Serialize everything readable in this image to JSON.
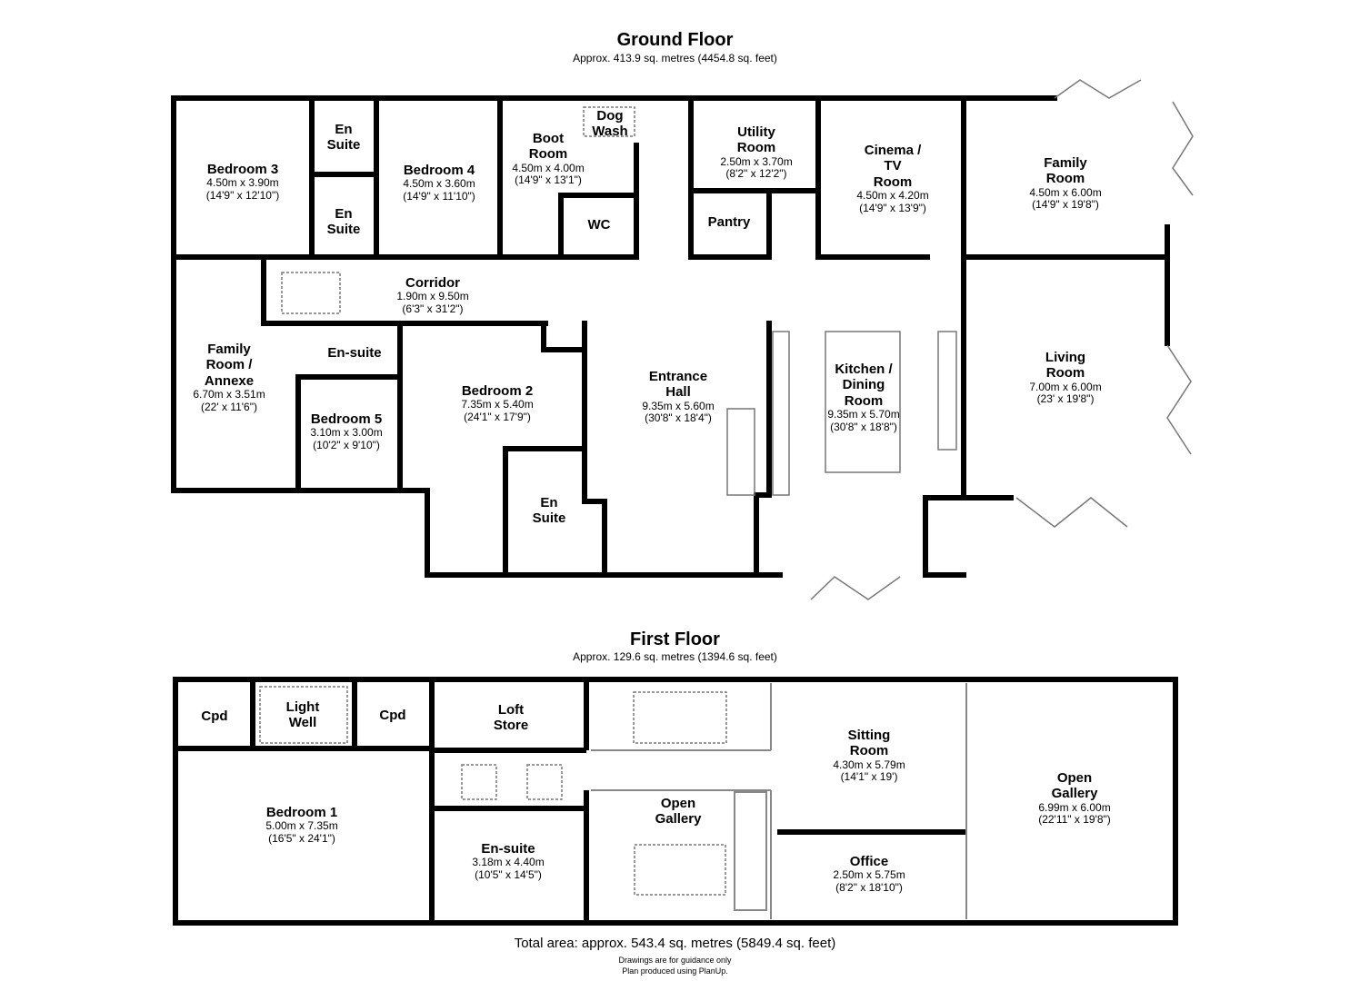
{
  "ground_floor": {
    "title": "Ground Floor",
    "area": "Approx. 413.9 sq. metres (4454.8 sq. feet)",
    "rooms": [
      {
        "name": "Bedroom 3",
        "metric": "4.50m x 3.90m",
        "imperial": "(14'9\" x 12'10\")"
      },
      {
        "name": "En\nSuite",
        "metric": "",
        "imperial": ""
      },
      {
        "name": "En\nSuite",
        "metric": "",
        "imperial": ""
      },
      {
        "name": "Bedroom 4",
        "metric": "4.50m x 3.60m",
        "imperial": "(14'9\" x 11'10\")"
      },
      {
        "name": "Boot\nRoom",
        "metric": "4.50m x 4.00m",
        "imperial": "(14'9\" x 13'1\")"
      },
      {
        "name": "Dog\nWash",
        "metric": "",
        "imperial": ""
      },
      {
        "name": "WC",
        "metric": "",
        "imperial": ""
      },
      {
        "name": "Utility\nRoom",
        "metric": "2.50m x 3.70m",
        "imperial": "(8'2\" x 12'2\")"
      },
      {
        "name": "Pantry",
        "metric": "",
        "imperial": ""
      },
      {
        "name": "Cinema /\nTV\nRoom",
        "metric": "4.50m x 4.20m",
        "imperial": "(14'9\" x 13'9\")"
      },
      {
        "name": "Family\nRoom",
        "metric": "4.50m x 6.00m",
        "imperial": "(14'9\" x 19'8\")"
      },
      {
        "name": "Corridor",
        "metric": "1.90m x 9.50m",
        "imperial": "(6'3\" x 31'2\")"
      },
      {
        "name": "Family\nRoom /\nAnnexe",
        "metric": "6.70m x 3.51m",
        "imperial": "(22' x 11'6\")"
      },
      {
        "name": "En-suite",
        "metric": "",
        "imperial": ""
      },
      {
        "name": "Bedroom 5",
        "metric": "3.10m x 3.00m",
        "imperial": "(10'2\" x 9'10\")"
      },
      {
        "name": "Bedroom 2",
        "metric": "7.35m x 5.40m",
        "imperial": "(24'1\" x 17'9\")"
      },
      {
        "name": "En\nSuite",
        "metric": "",
        "imperial": ""
      },
      {
        "name": "Entrance\nHall",
        "metric": "9.35m x 5.60m",
        "imperial": "(30'8\" x 18'4\")"
      },
      {
        "name": "Kitchen /\nDining\nRoom",
        "metric": "9.35m x 5.70m",
        "imperial": "(30'8\" x 18'8\")"
      },
      {
        "name": "Living\nRoom",
        "metric": "7.00m x 6.00m",
        "imperial": "(23' x 19'8\")"
      }
    ]
  },
  "first_floor": {
    "title": "First Floor",
    "area": "Approx. 129.6 sq. metres (1394.6 sq. feet)",
    "rooms": [
      {
        "name": "Cpd",
        "metric": "",
        "imperial": ""
      },
      {
        "name": "Light\nWell",
        "metric": "",
        "imperial": ""
      },
      {
        "name": "Cpd",
        "metric": "",
        "imperial": ""
      },
      {
        "name": "Loft\nStore",
        "metric": "",
        "imperial": ""
      },
      {
        "name": "Bedroom 1",
        "metric": "5.00m x 7.35m",
        "imperial": "(16'5\" x 24'1\")"
      },
      {
        "name": "En-suite",
        "metric": "3.18m x 4.40m",
        "imperial": "(10'5\" x 14'5\")"
      },
      {
        "name": "Open\nGallery",
        "metric": "",
        "imperial": ""
      },
      {
        "name": "Sitting\nRoom",
        "metric": "4.30m x 5.79m",
        "imperial": "(14'1\" x 19')"
      },
      {
        "name": "Office",
        "metric": "2.50m x 5.75m",
        "imperial": "(8'2\" x 18'10\")"
      },
      {
        "name": "Open\nGallery",
        "metric": "6.99m x 6.00m",
        "imperial": "(22'11\" x 19'8\")"
      }
    ]
  },
  "footer": {
    "total": "Total area: approx. 543.4 sq. metres (5849.4 sq. feet)",
    "note1": "Drawings are for guidance only",
    "note2": "Plan produced using PlanUp."
  }
}
